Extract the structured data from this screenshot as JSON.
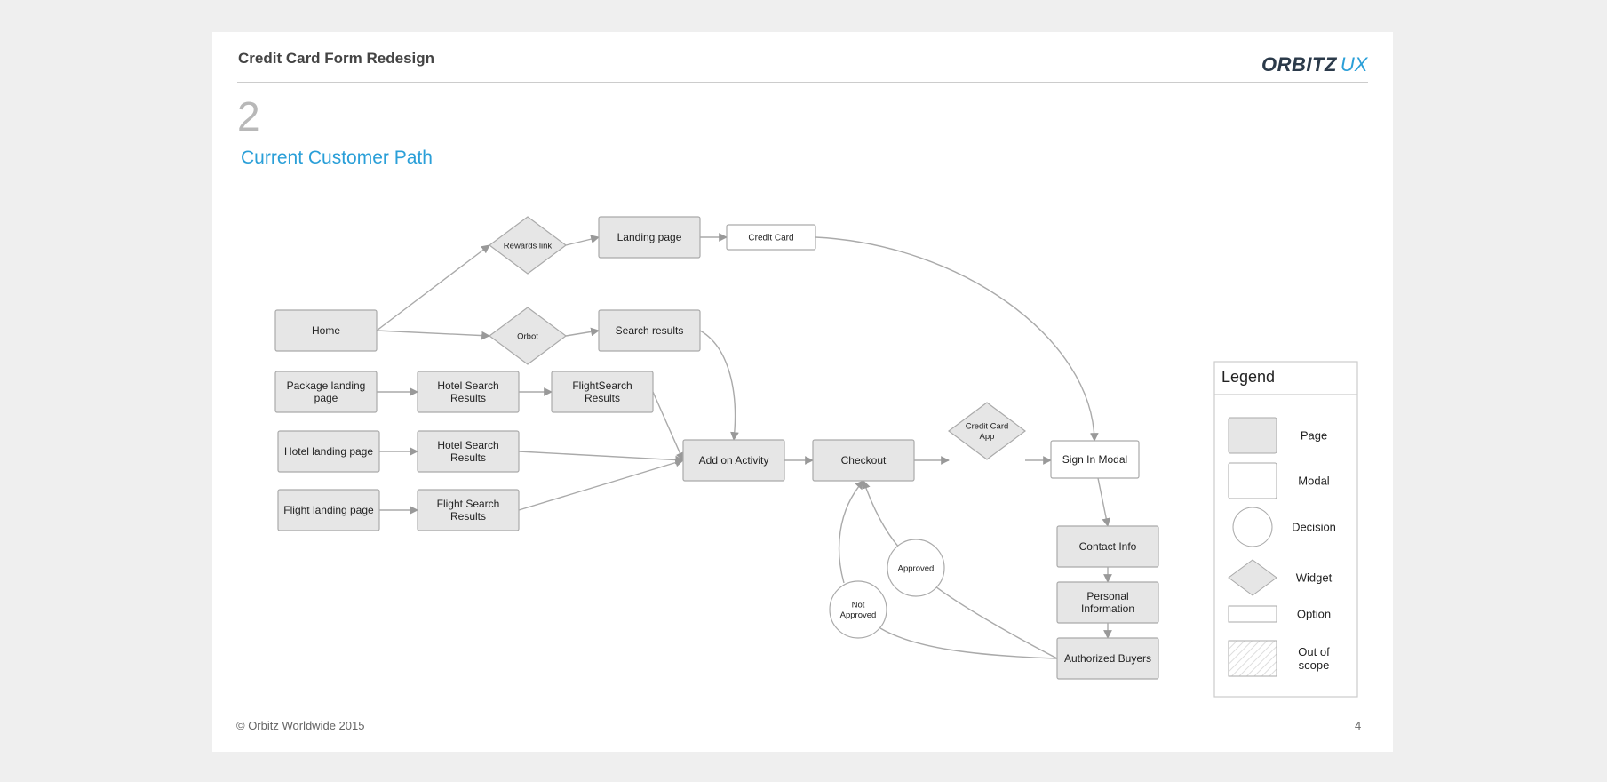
{
  "header": {
    "title": "Credit Card Form Redesign",
    "logo_main": "ORBITZ",
    "logo_sub": "UX",
    "page_number_large": "2",
    "subtitle": "Current Customer Path"
  },
  "footer": {
    "copyright": "© Orbitz Worldwide 2015",
    "page": "4"
  },
  "colors": {
    "accent": "#2a9fd8",
    "page_fill": "#e6e6e6",
    "stroke": "#aaaaaa"
  },
  "diagram": {
    "nodes": {
      "home": {
        "type": "page",
        "lines": [
          "Home"
        ]
      },
      "rewards_link": {
        "type": "widget",
        "lines": [
          "Rewards link"
        ]
      },
      "orbot": {
        "type": "widget",
        "lines": [
          "Orbot"
        ]
      },
      "landing_page": {
        "type": "page",
        "lines": [
          "Landing page"
        ]
      },
      "credit_card": {
        "type": "option",
        "lines": [
          "Credit Card"
        ]
      },
      "search_results": {
        "type": "page",
        "lines": [
          "Search results"
        ]
      },
      "package_landing": {
        "type": "page",
        "lines": [
          "Package landing",
          "page"
        ]
      },
      "hotel_search_results_1": {
        "type": "page",
        "lines": [
          "Hotel Search",
          "Results"
        ]
      },
      "flightsearch_results": {
        "type": "page",
        "lines": [
          "FlightSearch",
          "Results"
        ]
      },
      "hotel_landing": {
        "type": "page",
        "lines": [
          "Hotel landing page"
        ]
      },
      "hotel_search_results_2": {
        "type": "page",
        "lines": [
          "Hotel Search",
          "Results"
        ]
      },
      "flight_landing": {
        "type": "page",
        "lines": [
          "Flight landing page"
        ]
      },
      "flight_search_results": {
        "type": "page",
        "lines": [
          "Flight Search",
          "Results"
        ]
      },
      "add_on_activity": {
        "type": "page",
        "lines": [
          "Add on Activity"
        ]
      },
      "checkout": {
        "type": "page",
        "lines": [
          "Checkout"
        ]
      },
      "credit_card_app": {
        "type": "widget",
        "lines": [
          "Credit Card",
          "App"
        ]
      },
      "sign_in_modal": {
        "type": "modal",
        "lines": [
          "Sign In Modal"
        ]
      },
      "contact_info": {
        "type": "page",
        "lines": [
          "Contact Info"
        ]
      },
      "personal_information": {
        "type": "page",
        "lines": [
          "Personal",
          "Information"
        ]
      },
      "authorized_buyers": {
        "type": "page",
        "lines": [
          "Authorized Buyers"
        ]
      },
      "approved": {
        "type": "decision",
        "lines": [
          "Approved"
        ]
      },
      "not_approved": {
        "type": "decision",
        "lines": [
          "Not",
          "Approved"
        ]
      }
    },
    "edges": [
      [
        "home",
        "rewards_link"
      ],
      [
        "home",
        "orbot"
      ],
      [
        "rewards_link",
        "landing_page"
      ],
      [
        "landing_page",
        "credit_card"
      ],
      [
        "credit_card",
        "sign_in_modal"
      ],
      [
        "orbot",
        "search_results"
      ],
      [
        "search_results",
        "add_on_activity"
      ],
      [
        "package_landing",
        "hotel_search_results_1"
      ],
      [
        "hotel_search_results_1",
        "flightsearch_results"
      ],
      [
        "flightsearch_results",
        "add_on_activity"
      ],
      [
        "hotel_landing",
        "hotel_search_results_2"
      ],
      [
        "hotel_search_results_2",
        "add_on_activity"
      ],
      [
        "flight_landing",
        "flight_search_results"
      ],
      [
        "flight_search_results",
        "add_on_activity"
      ],
      [
        "add_on_activity",
        "checkout"
      ],
      [
        "checkout",
        "credit_card_app"
      ],
      [
        "credit_card_app",
        "sign_in_modal"
      ],
      [
        "sign_in_modal",
        "contact_info"
      ],
      [
        "contact_info",
        "personal_information"
      ],
      [
        "personal_information",
        "authorized_buyers"
      ],
      [
        "authorized_buyers",
        "approved"
      ],
      [
        "approved",
        "checkout"
      ],
      [
        "authorized_buyers",
        "not_approved"
      ],
      [
        "not_approved",
        "checkout"
      ]
    ]
  },
  "legend": {
    "title": "Legend",
    "items": [
      {
        "type": "page",
        "label": [
          "Page"
        ]
      },
      {
        "type": "modal",
        "label": [
          "Modal"
        ]
      },
      {
        "type": "decision",
        "label": [
          "Decision"
        ]
      },
      {
        "type": "widget",
        "label": [
          "Widget"
        ]
      },
      {
        "type": "option",
        "label": [
          "Option"
        ]
      },
      {
        "type": "out_of_scope",
        "label": [
          "Out of",
          "scope"
        ]
      }
    ]
  }
}
